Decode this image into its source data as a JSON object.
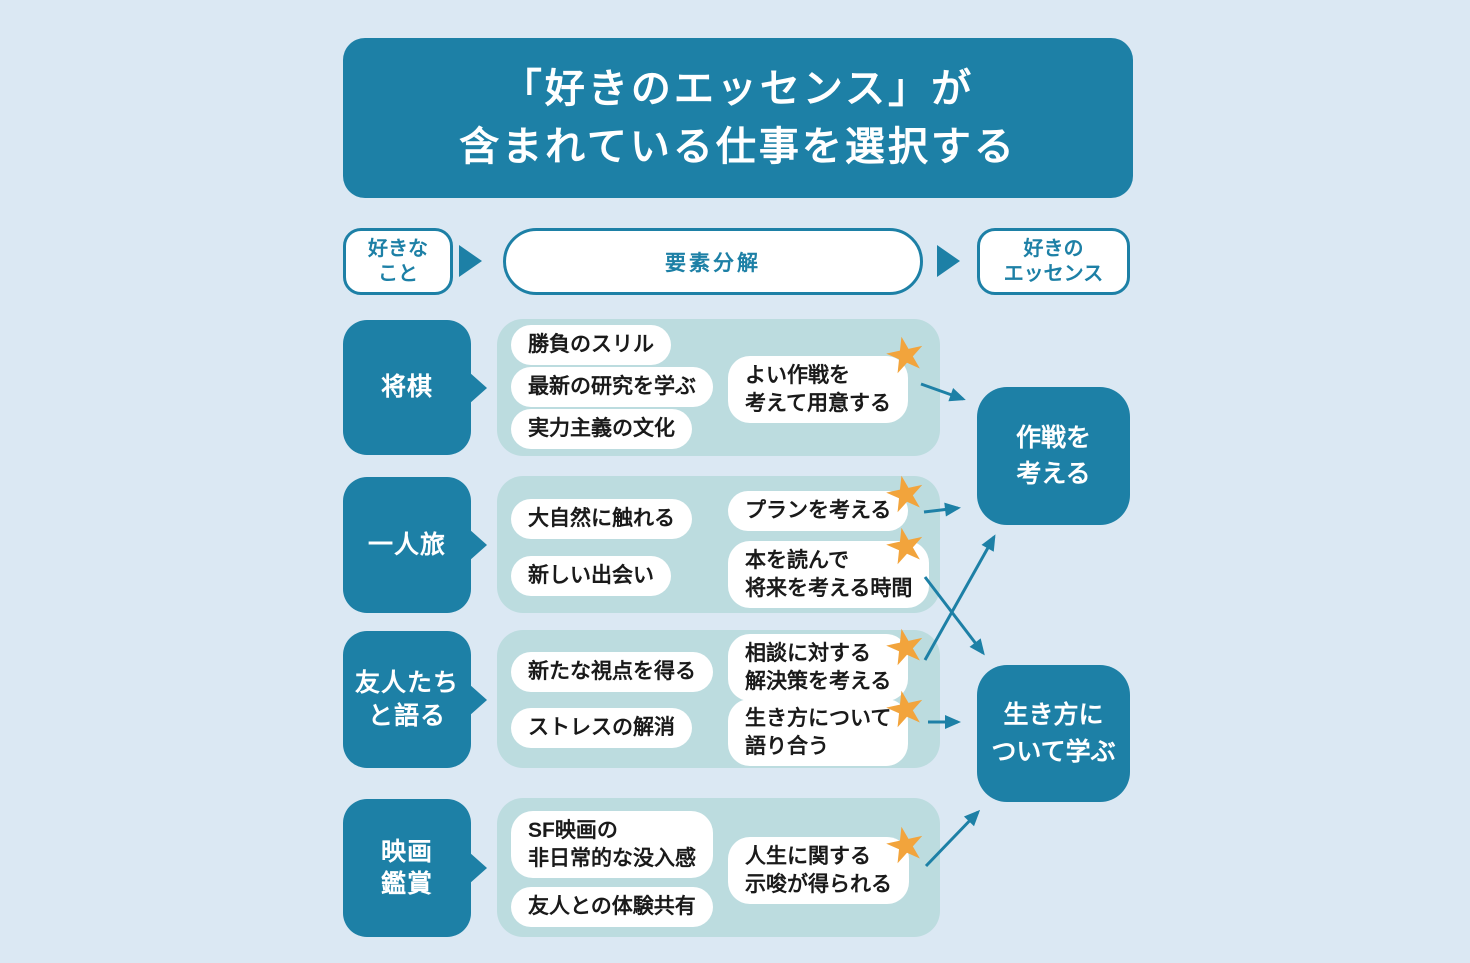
{
  "title": {
    "line1": "「好きのエッセンス」が",
    "line2": "含まれている仕事を選択する"
  },
  "header": {
    "likes": "好きな\nこと",
    "decompose": "要素分解",
    "essence": "好きの\nエッセンス"
  },
  "rows": [
    {
      "source": "将棋",
      "elements": [
        "勝負のスリル",
        "最新の研究を学ぶ",
        "実力主義の文化"
      ],
      "essences": [
        "よい作戦を\n考えて用意する"
      ]
    },
    {
      "source": "一人旅",
      "elements": [
        "大自然に触れる",
        "新しい出会い"
      ],
      "essences": [
        "プランを考える",
        "本を読んで\n将来を考える時間"
      ]
    },
    {
      "source": "友人たち\nと語る",
      "elements": [
        "新たな視点を得る",
        "ストレスの解消"
      ],
      "essences": [
        "相談に対する\n解決策を考える",
        "生き方について\n語り合う"
      ]
    },
    {
      "source": "映画\n鑑賞",
      "elements": [
        "SF映画の\n非日常的な没入感",
        "友人との体験共有"
      ],
      "essences": [
        "人生に関する\n示唆が得られる"
      ]
    }
  ],
  "outcomes": [
    "作戦を\n考える",
    "生き方に\nついて学ぶ"
  ],
  "connections": [
    {
      "from": "よい作戦を考えて用意する",
      "to": "作戦を考える"
    },
    {
      "from": "プランを考える",
      "to": "作戦を考える"
    },
    {
      "from": "相談に対する解決策を考える",
      "to": "作戦を考える"
    },
    {
      "from": "本を読んで将来を考える時間",
      "to": "生き方について学ぶ"
    },
    {
      "from": "生き方について語り合う",
      "to": "生き方について学ぶ"
    },
    {
      "from": "人生に関する示唆が得られる",
      "to": "生き方について学ぶ"
    }
  ],
  "icons": {
    "star": "★",
    "flow_arrow": "play-triangle"
  },
  "colors": {
    "background": "#dbe8f3",
    "teal": "#1d80a6",
    "panel": "#bcdcdf",
    "star": "#f2a43c",
    "text_dark": "#1a1a1a",
    "white": "#ffffff"
  }
}
